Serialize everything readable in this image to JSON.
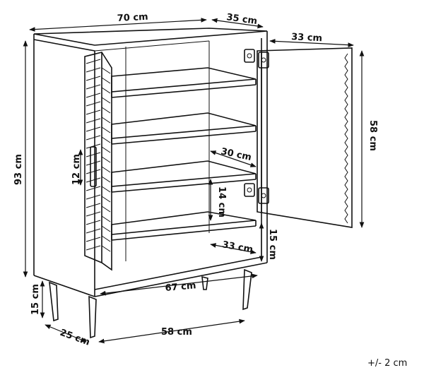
{
  "dimensions": {
    "width_top": "70 cm",
    "depth_top": "35 cm",
    "door_width": "33 cm",
    "height_total": "93 cm",
    "door_height": "58 cm",
    "handle_length": "12 cm",
    "shelf_depth": "30 cm",
    "shelf_gap": "14 cm",
    "bottom_depth": "33 cm",
    "bottom_height": "15 cm",
    "inner_width": "67 cm",
    "leg_height": "15 cm",
    "leg_depth": "25 cm",
    "leg_spacing": "58 cm"
  },
  "tolerance": "+/- 2 cm",
  "colors": {
    "line": "#111111",
    "background": "#ffffff"
  }
}
